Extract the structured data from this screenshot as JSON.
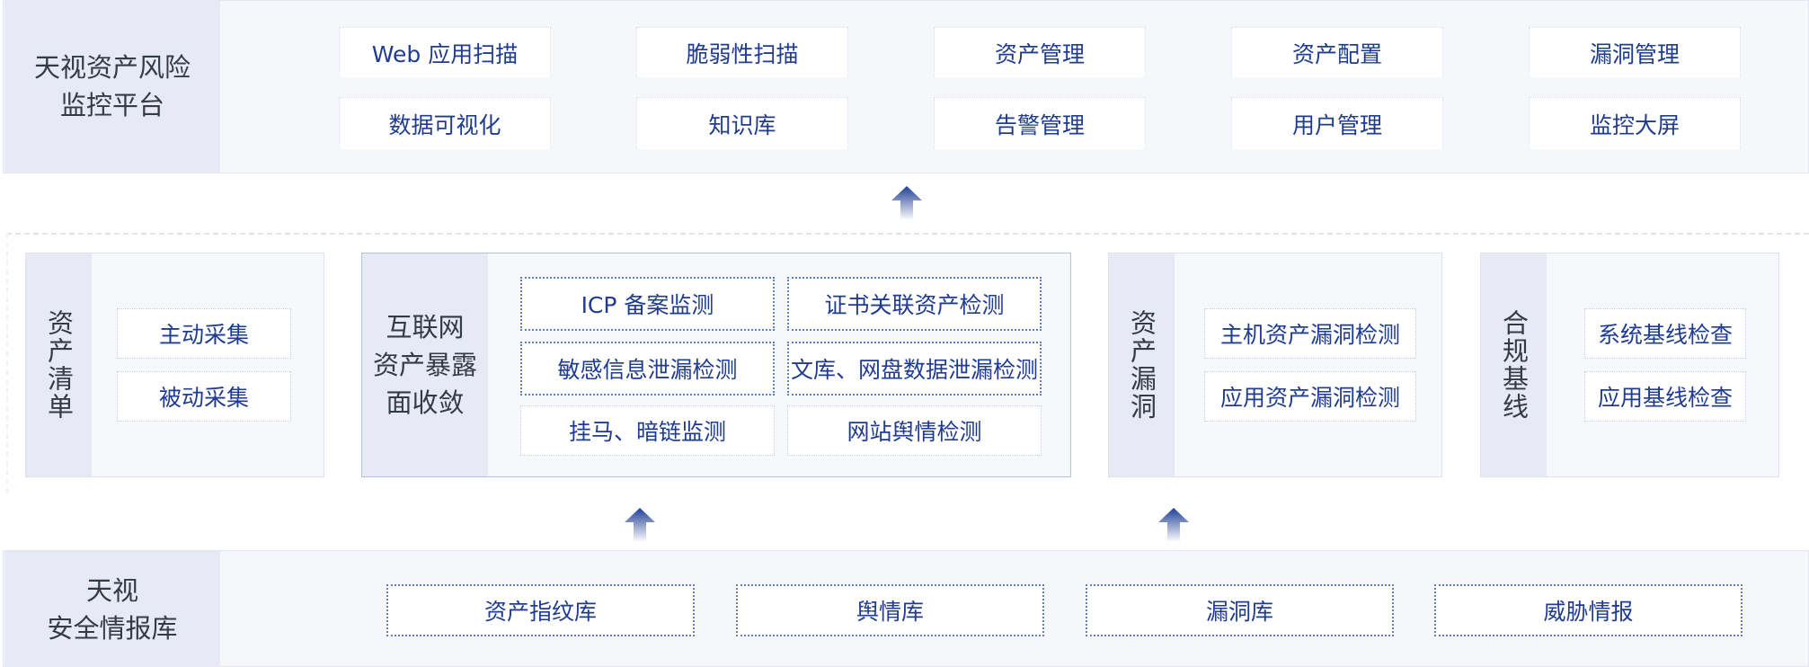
{
  "top": {
    "title_lines": [
      "天视资产风险",
      "监控平台"
    ],
    "items": [
      "Web 应用扫描",
      "脆弱性扫描",
      "资产管理",
      "资产配置",
      "漏洞管理",
      "数据可视化",
      "知识库",
      "告警管理",
      "用户管理",
      "监控大屏"
    ]
  },
  "middle": {
    "inventory": {
      "title": "资产清单",
      "items": [
        "主动采集",
        "被动采集"
      ]
    },
    "exposure": {
      "title_lines": [
        "互联网",
        "资产暴露",
        "面收敛"
      ],
      "items": [
        "ICP 备案监测",
        "证书关联资产检测",
        "敏感信息泄漏检测",
        "文库、网盘数据泄漏检测",
        "挂马、暗链监测",
        "网站舆情检测"
      ]
    },
    "vuln": {
      "title": "资产漏洞",
      "items": [
        "主机资产漏洞检测",
        "应用资产漏洞检测"
      ]
    },
    "compliance": {
      "title": "合规基线",
      "items": [
        "系统基线检查",
        "应用基线检查"
      ]
    }
  },
  "bottom": {
    "title_lines": [
      "天视",
      "安全情报库"
    ],
    "items": [
      "资产指纹库",
      "舆情库",
      "漏洞库",
      "威胁情报"
    ]
  },
  "colors": {
    "chip_text": "#1f3c91",
    "title_bg": "#e7eaf5",
    "band_bg": "#f6f7fb",
    "arrow": "#1f3f95"
  }
}
